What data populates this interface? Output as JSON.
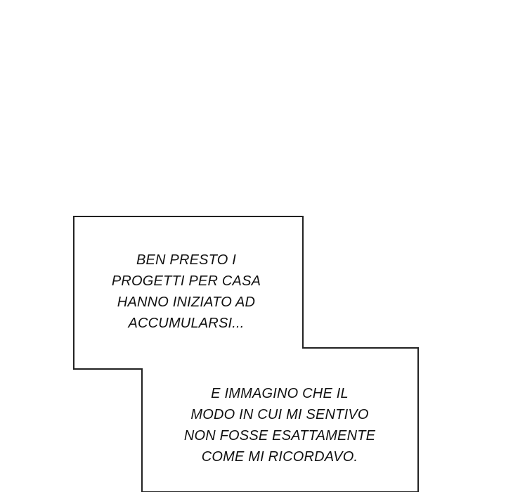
{
  "page": {
    "background_color": "#ffffff"
  },
  "captions": [
    {
      "lines": [
        "BEN PRESTO I",
        "PROGETTI PER CASA",
        "HANNO INIZIATO AD",
        "ACCUMULARSI..."
      ]
    },
    {
      "lines": [
        "E IMMAGINO CHE IL",
        "MODO IN CUI MI SENTIVO",
        "NON FOSSE ESATTAMENTE",
        "COME MI RICORDAVO."
      ]
    }
  ],
  "colors": {
    "border": "#222222",
    "text": "#111111",
    "box_fill": "#ffffff"
  }
}
